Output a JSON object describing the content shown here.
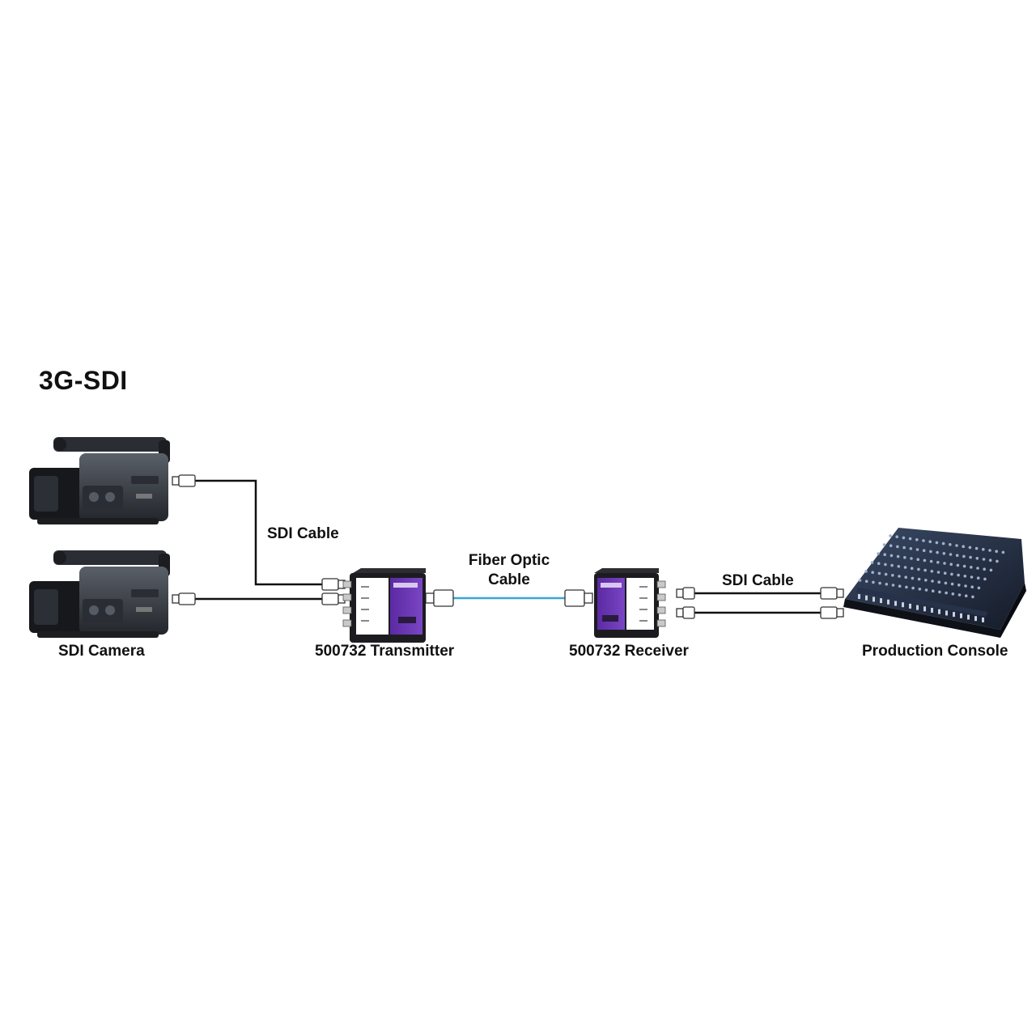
{
  "diagram": {
    "title": "3G-SDI",
    "nodes": {
      "camera": {
        "label": "SDI Camera",
        "count": 2
      },
      "transmitter": {
        "label": "500732 Transmitter"
      },
      "receiver": {
        "label": "500732 Receiver"
      },
      "console": {
        "label": "Production Console"
      }
    },
    "edges": {
      "camera_to_transmitter": {
        "label": "SDI Cable",
        "from": "camera",
        "to": "transmitter",
        "count": 2
      },
      "transmitter_to_receiver": {
        "label_line1": "Fiber Optic",
        "label_line2": "Cable",
        "from": "transmitter",
        "to": "receiver"
      },
      "receiver_to_console": {
        "label": "SDI Cable",
        "from": "receiver",
        "to": "console",
        "count": 2
      }
    },
    "colors": {
      "cable": "#111111",
      "fiber": "#3aa6d6",
      "device_body": "#1c1c20",
      "device_accent": "#6a35b0",
      "camera_body": "#3b3f47"
    }
  }
}
